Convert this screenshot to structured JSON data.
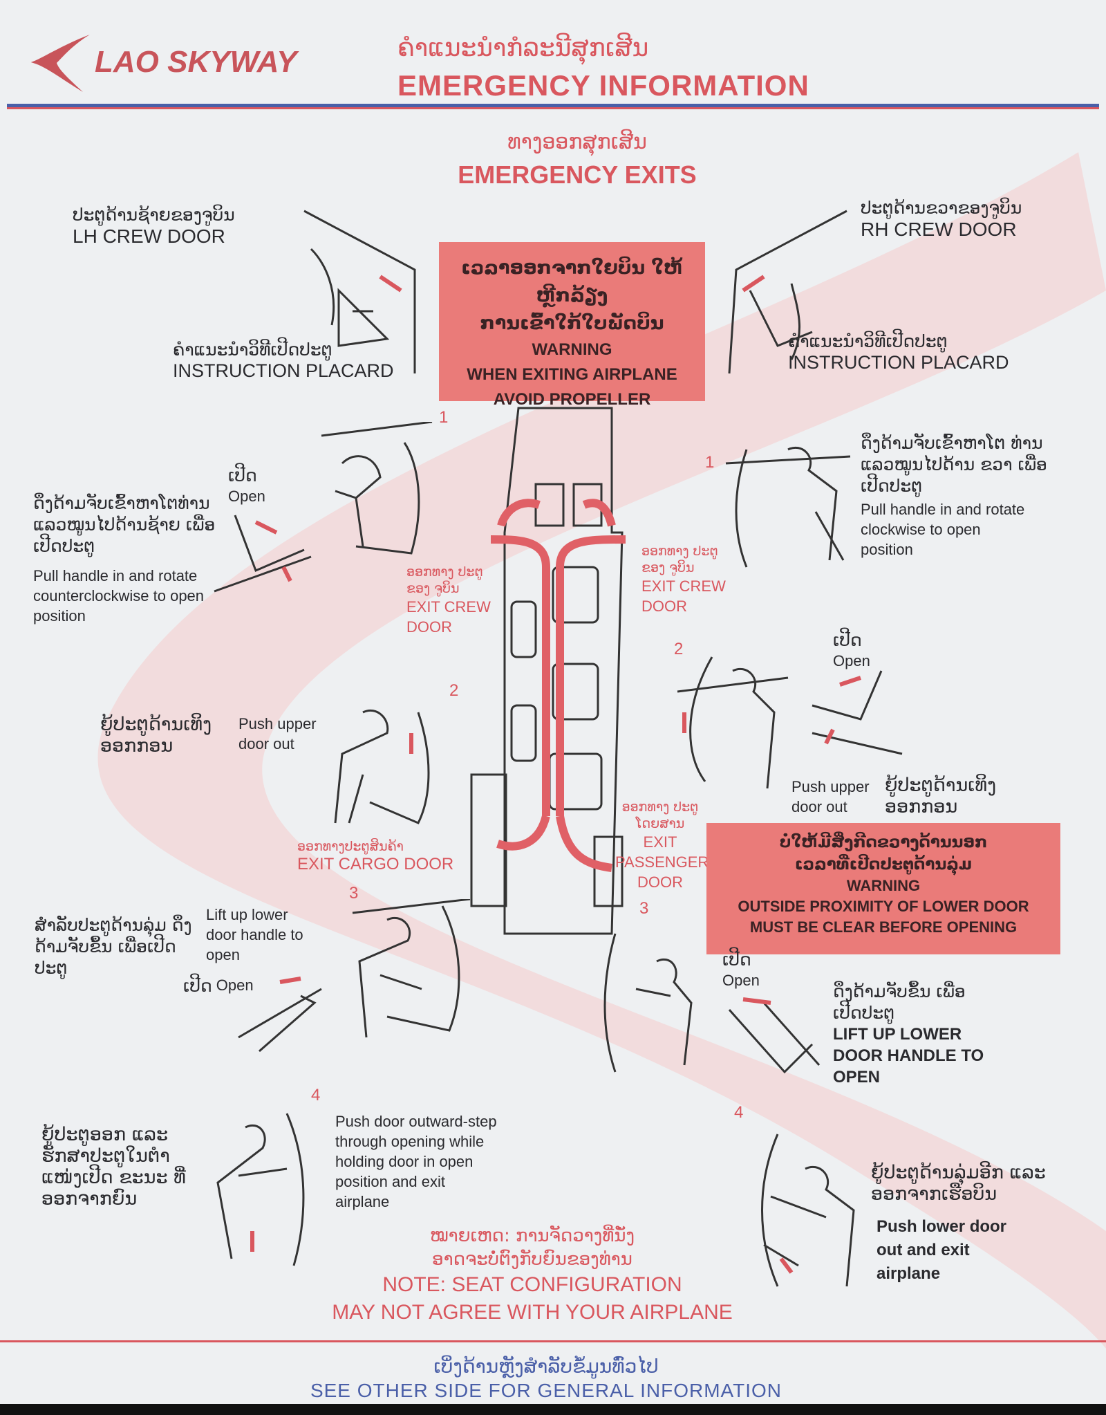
{
  "header": {
    "brand": "LAO SKYWAY",
    "title_lao": "ຄຳແນະນຳກໍລະນີສຸກເສີນ",
    "title": "EMERGENCY INFORMATION"
  },
  "section": {
    "title_lao": "ທາງອອກສຸກເສີນ",
    "title": "EMERGENCY EXITS"
  },
  "lh_crew_door": {
    "lao": "ປະຕູດ້ານຊ້າຍຂອງຈູບິນ",
    "label": "LH CREW DOOR",
    "placard_lao": "ຄຳແນະນຳວິທີເປີດປະຕູ",
    "placard": "INSTRUCTION PLACARD"
  },
  "rh_crew_door": {
    "lao": "ປະຕູດ້ານຂວາຂອງຈູບິນ",
    "label": "RH CREW DOOR",
    "placard_lao": "ຄຳແນະນຳວິທີເປີດປະຕູ",
    "placard": "INSTRUCTION PLACARD"
  },
  "warning_propeller": {
    "lao1": "ເວລາອອກຈາກໃຍບິນ ໃຫ້ຫຼີກລ້ຽງ",
    "lao2": "ການເຂົ້າໃກ້ໃບພັດບິນ",
    "l1": "WARNING",
    "l2": "WHEN EXITING AIRPLANE",
    "l3": "AVOID PROPELLER"
  },
  "warning_lower_door": {
    "lao1": "ບໍ່ໃຫ້ມີສິ່ງກີດຂວາງດ້ານນອກ",
    "lao2": "ເວລາທີ່ເປີດປະຕູດ້ານລຸ່ມ",
    "l1": "WARNING",
    "l2": "OUTSIDE PROXIMITY OF LOWER DOOR",
    "l3": "MUST BE CLEAR BEFORE OPENING"
  },
  "left_steps": [
    {
      "num": "1",
      "open_lao": "ເປີດ",
      "open": "Open",
      "lao": "ດຶງດ້າມຈັບເຂົ້າຫາໂຕທ່ານ ແລວໝູນໄປດ້ານຊ້າຍ ເພື່ອເປີດປະຕູ",
      "text": "Pull handle in and rotate counterclockwise to open position"
    },
    {
      "num": "2",
      "lao": "ຍູ້ປະຕູດ້ານເທິງ ອອກກອນ",
      "text": "Push upper door out"
    },
    {
      "num": "3",
      "open_lao": "ເປີດ",
      "open": "Open",
      "lao": "ສຳລັບປະຕູດ້ານລຸ່ມ ດຶງດ້າມຈັບຂຶ້ນ ເພື່ອເປີດປະຕູ",
      "text": "Lift up lower door handle to open"
    },
    {
      "num": "4",
      "lao": "ຍູ້ປະຕູອອກ ແລະ ຮັກສາປະຕູໃນຕຳ ແໜ່ງເປີດ ຂະນະ ທີ່ອອກຈາກຍົນ",
      "text": "Push door outward-step through opening while holding door in open position and exit airplane"
    }
  ],
  "right_steps": [
    {
      "num": "1",
      "lao": "ດຶງດ້າມຈັບເຂົ້າຫາໂຕ ທ່ານ ແລວໝູນໄປດ້ານ ຂວາ ເພື່ອເປີດປະຕູ",
      "text": "Pull handle in and rotate clockwise to open position"
    },
    {
      "num": "2",
      "open_lao": "ເປີດ",
      "open": "Open",
      "lao": "ຍູ້ປະຕູດ້ານເທິງ ອອກກອນ",
      "text": "Push upper door out"
    },
    {
      "num": "3",
      "open_lao": "ເປີດ",
      "open": "Open",
      "lao": "ດຶງດ້າມຈັບຂຶ້ນ ເພື່ອເປີດປະຕູ",
      "text": "LIFT UP LOWER DOOR HANDLE TO OPEN"
    },
    {
      "num": "4",
      "lao": "ຍູ້ປະຕູດ້ານລຸ່ມອີກ ແລະ ອອກຈາກເຮືອບິນ",
      "text": "Push lower door out and exit airplane"
    }
  ],
  "exits": {
    "crew_left_lao": "ອອກທາງ ປະຕູຂອງ ຈູບິນ",
    "crew_left": "EXIT CREW DOOR",
    "crew_right_lao": "ອອກທາງ ປະຕູຂອງ ຈູບິນ",
    "crew_right": "EXIT CREW DOOR",
    "cargo_lao": "ອອກທາງປະຕູສິນຄ້າ",
    "cargo": "EXIT CARGO DOOR",
    "passenger_lao": "ອອກທາງ ປະຕູໂດຍສານ",
    "passenger": "EXIT PASSENGER DOOR"
  },
  "note": {
    "lao1": "ໝາຍເຫດ: ການຈັດວາງທີ່ນັ່ງ",
    "lao2": "ອາດຈະບໍ່ຕົງກັບຍົນຂອງທ່ານ",
    "l1": "NOTE: SEAT CONFIGURATION",
    "l2": "MAY NOT AGREE WITH YOUR AIRPLANE"
  },
  "footer": {
    "lao": "ເບິ່ງດ້ານຫຼັງສຳລັບຂໍ້ມູນທົ່ວໄປ",
    "text": "SEE OTHER SIDE FOR GENERAL INFORMATION"
  },
  "colors": {
    "red": "#d9575e",
    "blue": "#4a5fa8",
    "warning_bg": "#ea7b79"
  }
}
